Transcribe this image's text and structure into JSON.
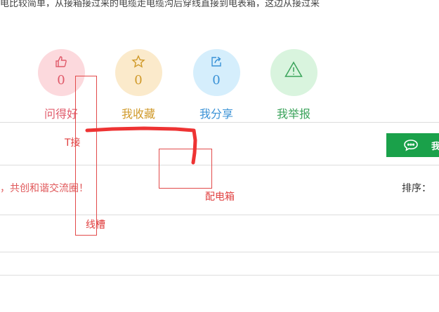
{
  "top_text": "电比较简单，从接箱接过来的电缆走电缆沟后穿线直接到电表箱，这边从接过来",
  "actions": [
    {
      "id": "like",
      "count": "0",
      "label": "问得好",
      "icon": "thumbs-up-icon",
      "color": "#e05a6a",
      "bg": "#fcd9dd"
    },
    {
      "id": "favorite",
      "count": "0",
      "label": "我收藏",
      "icon": "star-icon",
      "color": "#d09a2a",
      "bg": "#fbeacb"
    },
    {
      "id": "share",
      "count": "0",
      "label": "我分享",
      "icon": "share-icon",
      "color": "#3a92d6",
      "bg": "#d5eefc"
    },
    {
      "id": "report",
      "label": "我举报",
      "icon": "warning-icon",
      "color": "#3aa35a",
      "bg": "#d9f4de"
    }
  ],
  "reply_button": {
    "label": "我",
    "icon": "chat-bubble-icon",
    "color": "#1aa14a"
  },
  "notice": "，共创和谐交流圈！",
  "sort_label": "排序：",
  "annotations": {
    "t_joint": "T接",
    "cabinet": "配电箱",
    "trunking": "线槽",
    "stroke_color": "#ee3333"
  }
}
